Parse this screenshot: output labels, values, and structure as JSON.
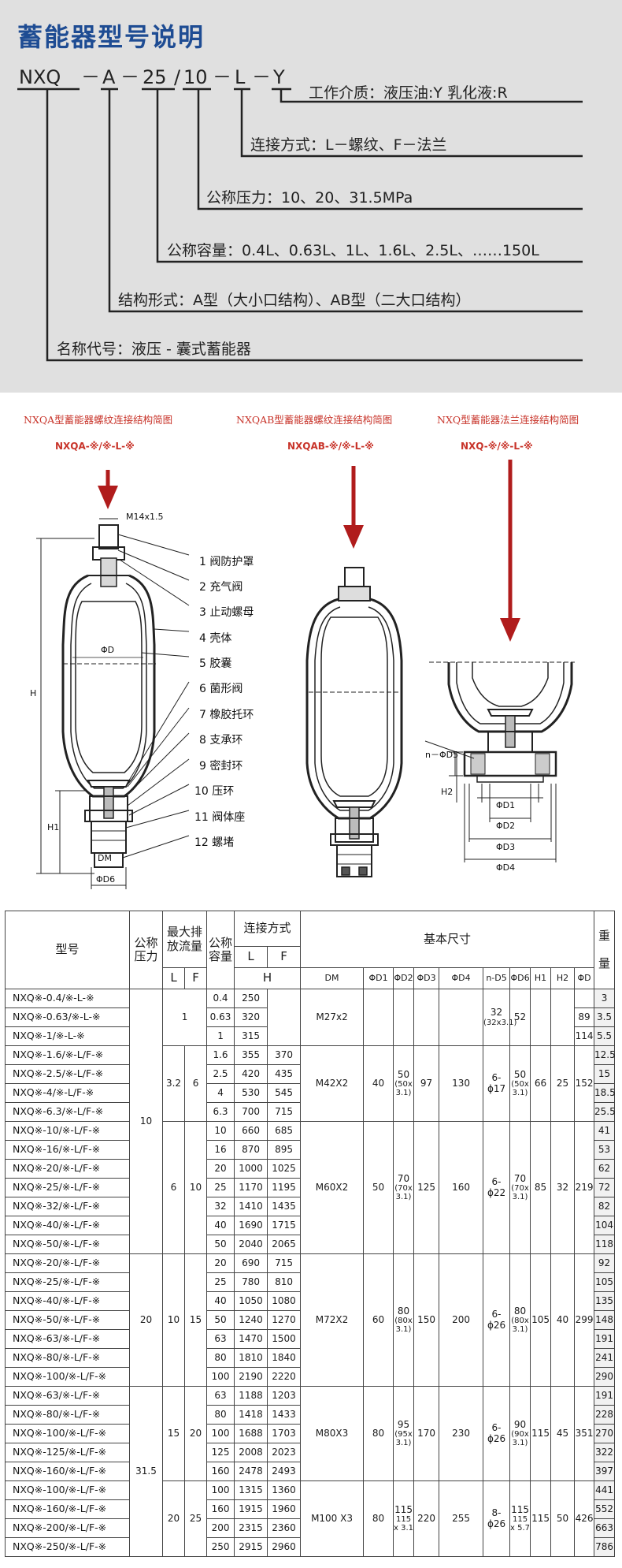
{
  "code": {
    "title": "蓄能器型号说明",
    "parts": [
      "NXQ",
      "－",
      "A",
      "－",
      "25",
      "/",
      "10",
      "－",
      "L",
      "－",
      "Y"
    ],
    "descriptions": [
      "工作介质：液压油:Y  乳化液:R",
      "连接方式：L－螺纹、F－法兰",
      "公称压力：10、20、31.5MPa",
      "公称容量：0.4L、0.63L、1L、1.6L、2.5L、……150L",
      "结构形式：A型（大小口结构）、AB型（二大口结构）",
      "名称代号：液压 - 囊式蓄能器"
    ]
  },
  "drawings": {
    "titles": [
      "NXQA型蓄能器螺纹连接结构简图",
      "NXQAB型蓄能器螺纹连接结构简图",
      "NXQ型蓄能器法兰连接结构简图"
    ],
    "subtitles": [
      "NXQA-※/※-L-※",
      "NXQAB-※/※-L-※",
      "NXQ-※/※-L-※"
    ],
    "parts": [
      "1  阀防护罩",
      "2  充气阀",
      "3  止动螺母",
      "4  壳体",
      "5  胶囊",
      "6  菌形阀",
      "7  橡胶托环",
      "8  支承环",
      "9  密封环",
      "10  压环",
      "11  阀体座",
      "12  螺堵"
    ],
    "dims": {
      "m14": "M14x1.5",
      "phi_d": "ΦD",
      "h": "H",
      "h1": "H1",
      "dm": "DM",
      "d6": "ΦD6",
      "n_d5": "n－ΦD5",
      "h2": "H2",
      "d1": "ΦD1",
      "d2": "ΦD2",
      "d3": "ΦD3",
      "d4": "ΦD4"
    }
  },
  "table": {
    "headers": {
      "model": "型号",
      "pressure": [
        "公称",
        "压力"
      ],
      "flow": [
        "最大排",
        "放流量"
      ],
      "volume": [
        "公称",
        "容量"
      ],
      "conn": "连接方式",
      "basic": "基本尺寸",
      "weight": [
        "重",
        "量"
      ],
      "L": "L",
      "F": "F",
      "H": "H",
      "dims": [
        "DM",
        "ΦD1",
        "ΦD2",
        "ΦD3",
        "ΦD4",
        "n-D5",
        "ΦD6",
        "H1",
        "H2",
        "ΦD"
      ]
    },
    "pressures": [
      "10",
      "20",
      "31.5"
    ],
    "groups": [
      {
        "flowL": "1",
        "flowF": "",
        "dm": "M27x2",
        "d1": "",
        "d2": "",
        "d2s": "",
        "d3": "",
        "d4": "",
        "d5": "32",
        "d5s": "(32x3.1)",
        "d6": "52",
        "d6s": "",
        "h1": "",
        "h2": "",
        "rows": [
          {
            "model": "NXQ※-0.4/※-L-※",
            "vol": "0.4",
            "hl": "250",
            "hf": "",
            "d": "",
            "w": "3"
          },
          {
            "model": "NXQ※-0.63/※-L-※",
            "vol": "0.63",
            "hl": "320",
            "hf": "",
            "d": "89",
            "w": "3.5"
          },
          {
            "model": "NXQ※-1/※-L-※",
            "vol": "1",
            "hl": "315",
            "hf": "",
            "d": "114",
            "w": "5.5"
          }
        ]
      },
      {
        "flowL": "3.2",
        "flowF": "6",
        "dm": "M42X2",
        "d1": "40",
        "d2": "50",
        "d2s": "(50x 3.1)",
        "d3": "97",
        "d4": "130",
        "d5": "6-ϕ17",
        "d5s": "",
        "d6": "50",
        "d6s": "(50x 3.1)",
        "h1": "66",
        "h2": "25",
        "d": "152",
        "rows": [
          {
            "model": "NXQ※-1.6/※-L/F-※",
            "vol": "1.6",
            "hl": "355",
            "hf": "370",
            "w": "12.5"
          },
          {
            "model": "NXQ※-2.5/※-L/F-※",
            "vol": "2.5",
            "hl": "420",
            "hf": "435",
            "w": "15"
          },
          {
            "model": "NXQ※-4/※-L/F-※",
            "vol": "4",
            "hl": "530",
            "hf": "545",
            "w": "18.5"
          },
          {
            "model": "NXQ※-6.3/※-L/F-※",
            "vol": "6.3",
            "hl": "700",
            "hf": "715",
            "w": "25.5"
          }
        ]
      },
      {
        "flowL": "6",
        "flowF": "10",
        "dm": "M60X2",
        "d1": "50",
        "d2": "70",
        "d2s": "(70x 3.1)",
        "d3": "125",
        "d4": "160",
        "d5": "6-ϕ22",
        "d5s": "",
        "d6": "70",
        "d6s": "(70x 3.1)",
        "h1": "85",
        "h2": "32",
        "d": "219",
        "rows": [
          {
            "model": "NXQ※-10/※-L/F-※",
            "vol": "10",
            "hl": "660",
            "hf": "685",
            "w": "41"
          },
          {
            "model": "NXQ※-16/※-L/F-※",
            "vol": "16",
            "hl": "870",
            "hf": "895",
            "w": "53"
          },
          {
            "model": "NXQ※-20/※-L/F-※",
            "vol": "20",
            "hl": "1000",
            "hf": "1025",
            "w": "62"
          },
          {
            "model": "NXQ※-25/※-L/F-※",
            "vol": "25",
            "hl": "1170",
            "hf": "1195",
            "w": "72"
          },
          {
            "model": "NXQ※-32/※-L/F-※",
            "vol": "32",
            "hl": "1410",
            "hf": "1435",
            "w": "82"
          },
          {
            "model": "NXQ※-40/※-L/F-※",
            "vol": "40",
            "hl": "1690",
            "hf": "1715",
            "w": "104"
          },
          {
            "model": "NXQ※-50/※-L/F-※",
            "vol": "50",
            "hl": "2040",
            "hf": "2065",
            "w": "118"
          }
        ]
      },
      {
        "flowL": "10",
        "flowF": "15",
        "dm": "M72X2",
        "d1": "60",
        "d2": "80",
        "d2s": "(80x 3.1)",
        "d3": "150",
        "d4": "200",
        "d5": "6-ϕ26",
        "d5s": "",
        "d6": "80",
        "d6s": "(80x 3.1)",
        "h1": "105",
        "h2": "40",
        "d": "299",
        "rows": [
          {
            "model": "NXQ※-20/※-L/F-※",
            "vol": "20",
            "hl": "690",
            "hf": "715",
            "w": "92"
          },
          {
            "model": "NXQ※-25/※-L/F-※",
            "vol": "25",
            "hl": "780",
            "hf": "810",
            "w": "105"
          },
          {
            "model": "NXQ※-40/※-L/F-※",
            "vol": "40",
            "hl": "1050",
            "hf": "1080",
            "w": "135"
          },
          {
            "model": "NXQ※-50/※-L/F-※",
            "vol": "50",
            "hl": "1240",
            "hf": "1270",
            "w": "148"
          },
          {
            "model": "NXQ※-63/※-L/F-※",
            "vol": "63",
            "hl": "1470",
            "hf": "1500",
            "w": "191"
          },
          {
            "model": "NXQ※-80/※-L/F-※",
            "vol": "80",
            "hl": "1810",
            "hf": "1840",
            "w": "241"
          },
          {
            "model": "NXQ※-100/※-L/F-※",
            "vol": "100",
            "hl": "2190",
            "hf": "2220",
            "w": "290"
          }
        ]
      },
      {
        "flowL": "15",
        "flowF": "20",
        "dm": "M80X3",
        "d1": "80",
        "d2": "95",
        "d2s": "(95x 3.1)",
        "d3": "170",
        "d4": "230",
        "d5": "6-ϕ26",
        "d5s": "",
        "d6": "90",
        "d6s": "(90x 3.1)",
        "h1": "115",
        "h2": "45",
        "d": "351",
        "rows": [
          {
            "model": "NXQ※-63/※-L/F-※",
            "vol": "63",
            "hl": "1188",
            "hf": "1203",
            "w": "191"
          },
          {
            "model": "NXQ※-80/※-L/F-※",
            "vol": "80",
            "hl": "1418",
            "hf": "1433",
            "w": "228"
          },
          {
            "model": "NXQ※-100/※-L/F-※",
            "vol": "100",
            "hl": "1688",
            "hf": "1703",
            "w": "270"
          },
          {
            "model": "NXQ※-125/※-L/F-※",
            "vol": "125",
            "hl": "2008",
            "hf": "2023",
            "w": "322"
          },
          {
            "model": "NXQ※-160/※-L/F-※",
            "vol": "160",
            "hl": "2478",
            "hf": "2493",
            "w": "397"
          }
        ]
      },
      {
        "flowL": "20",
        "flowF": "25",
        "dm": "M100 X3",
        "d1": "80",
        "d2": "115",
        "d2s": "115 x 3.1",
        "d3": "220",
        "d4": "255",
        "d5": "8-ϕ26",
        "d5s": "",
        "d6": "115",
        "d6s": "115 x 5.7",
        "h1": "115",
        "h2": "50",
        "d": "426",
        "rows": [
          {
            "model": "NXQ※-100/※-L/F-※",
            "vol": "100",
            "hl": "1315",
            "hf": "1360",
            "w": "441"
          },
          {
            "model": "NXQ※-160/※-L/F-※",
            "vol": "160",
            "hl": "1915",
            "hf": "1960",
            "w": "552"
          },
          {
            "model": "NXQ※-200/※-L/F-※",
            "vol": "200",
            "hl": "2315",
            "hf": "2360",
            "w": "663"
          },
          {
            "model": "NXQ※-250/※-L/F-※",
            "vol": "250",
            "hl": "2915",
            "hf": "2960",
            "w": "786"
          }
        ]
      }
    ]
  }
}
